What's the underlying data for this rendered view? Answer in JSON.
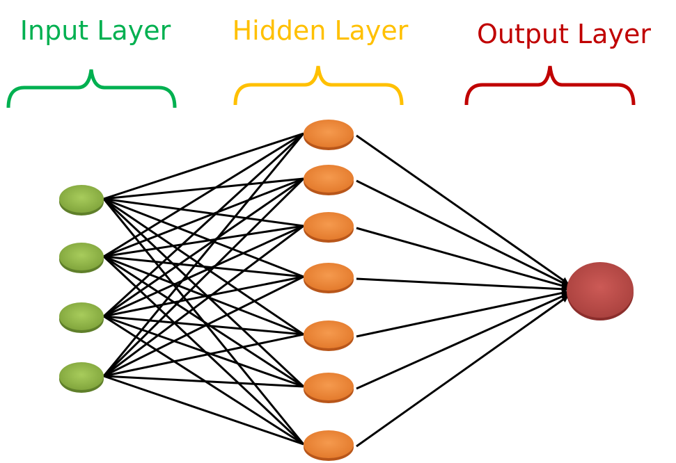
{
  "title": "Neural network architecture",
  "layers": [
    {
      "id": "input",
      "label": "Input Layer",
      "color": "#00b050",
      "node_count": 4,
      "node_color": "#8db543",
      "node_dark": "#5f7f2a"
    },
    {
      "id": "hidden",
      "label": "Hidden Layer",
      "color": "#ffc000",
      "node_count": 7,
      "node_color": "#f08a38",
      "node_dark": "#b8561a"
    },
    {
      "id": "output",
      "label": "Output Layer",
      "color": "#c00000",
      "node_count": 1,
      "node_color": "#c0504d",
      "node_dark": "#8b2e2c"
    }
  ],
  "connections": {
    "input_to_hidden": "fully-connected",
    "hidden_to_output": "fully-connected-arrows",
    "edge_color": "#000000"
  }
}
